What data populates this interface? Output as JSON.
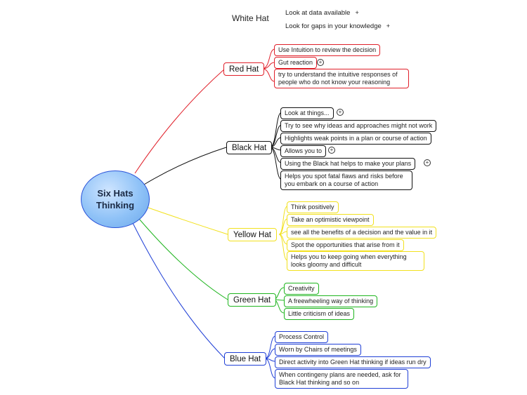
{
  "central": {
    "label": "Six Hats\nThinking"
  },
  "colors": {
    "red": "#e0202a",
    "black": "#111111",
    "yellow": "#f2e11e",
    "green": "#1fb51f",
    "blue": "#1f3fd6"
  },
  "white_hat": {
    "label": "White Hat",
    "items": [
      {
        "text": "Look at data available",
        "marker": "+"
      },
      {
        "text": "Look for gaps in your knowledge",
        "marker": "+"
      }
    ]
  },
  "red_hat": {
    "label": "Red Hat",
    "items": [
      {
        "text": "Use Intuition to review the decision"
      },
      {
        "text": "Gut reaction",
        "expand": "+"
      },
      {
        "text": "try to understand the intuitive responses of people who do not know your reasoning"
      }
    ]
  },
  "black_hat": {
    "label": "Black Hat",
    "items": [
      {
        "text": "Look at things...",
        "expand": "+"
      },
      {
        "text": "Try to see why ideas and approaches might not work"
      },
      {
        "text": "Highlights weak points in a plan or course of action"
      },
      {
        "text": "Allows you to",
        "expand": "+"
      },
      {
        "text": "Using the Black hat helps to make your plans",
        "expand": "+"
      },
      {
        "text": "Helps you spot fatal flaws and risks before you embark on a course of action"
      }
    ]
  },
  "yellow_hat": {
    "label": "Yellow Hat",
    "items": [
      {
        "text": "Think positively"
      },
      {
        "text": "Take an optimistic viewpoint"
      },
      {
        "text": "see all the benefits of a decision and the value in it"
      },
      {
        "text": "Spot the opportunities that arise from it"
      },
      {
        "text": "Helps you to keep going when everything looks gloomy and difficult"
      }
    ]
  },
  "green_hat": {
    "label": "Green Hat",
    "items": [
      {
        "text": "Creativity"
      },
      {
        "text": "A freewheeling way of thinking"
      },
      {
        "text": "Little criticism of ideas"
      }
    ]
  },
  "blue_hat": {
    "label": "Blue Hat",
    "items": [
      {
        "text": "Process Control"
      },
      {
        "text": "Worn by Chairs of meetings"
      },
      {
        "text": "Direct activity into Green Hat thinking if ideas run dry"
      },
      {
        "text": "When contingeny plans are needed, ask for Black Hat thinking and so on"
      }
    ]
  }
}
